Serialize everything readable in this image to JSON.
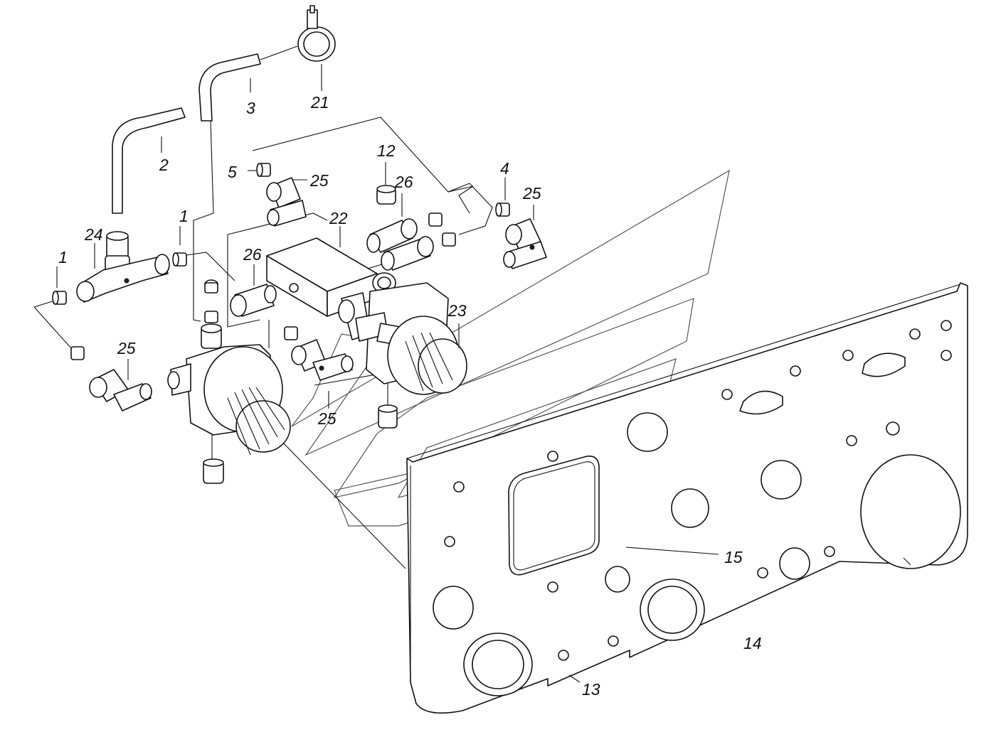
{
  "labels": {
    "l1a": "1",
    "l1b": "1",
    "l2": "2",
    "l3": "3",
    "l4": "4",
    "l5": "5",
    "l12": "12",
    "l13": "13",
    "l14": "14",
    "l15": "15",
    "l21": "21",
    "l22": "22",
    "l23": "23",
    "l24": "24",
    "l25a": "25",
    "l25b": "25",
    "l25c": "25",
    "l25d": "25",
    "l26a": "26",
    "l26b": "26"
  }
}
